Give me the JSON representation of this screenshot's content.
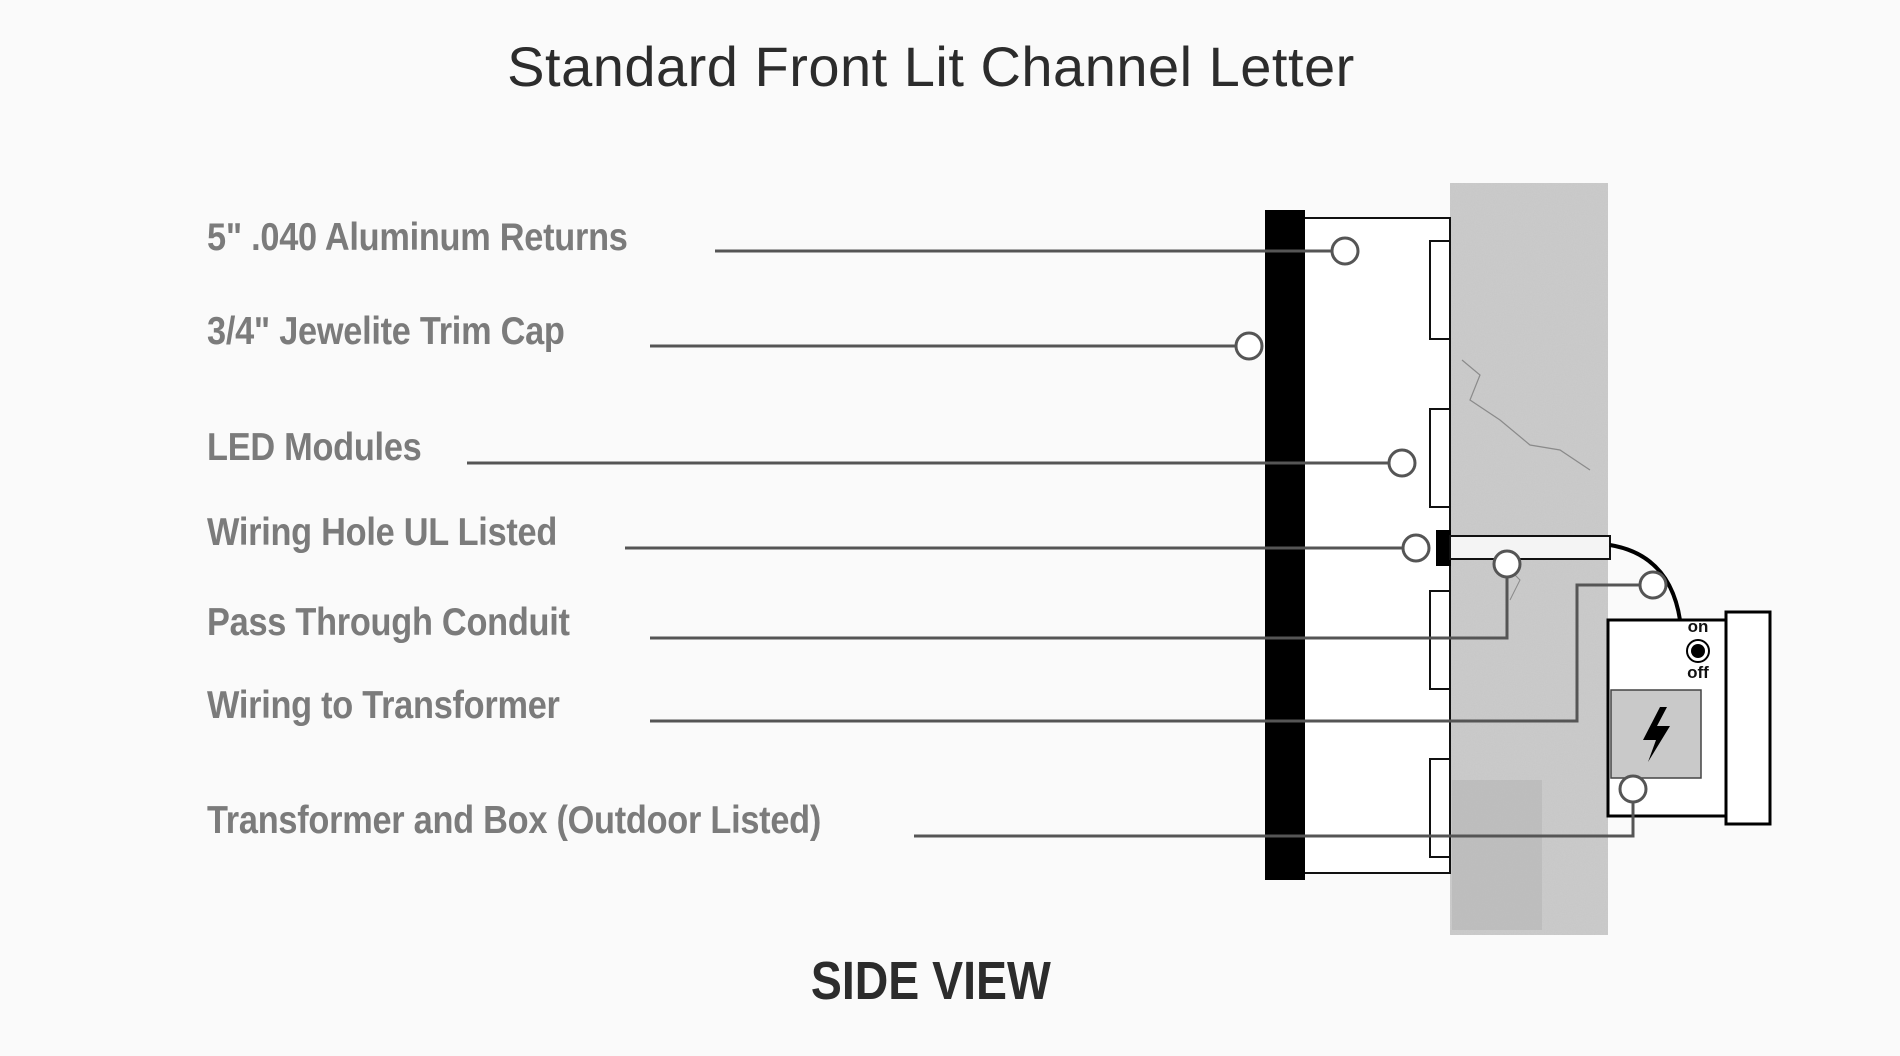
{
  "title": "Standard Front Lit Channel Letter",
  "footer": "SIDE VIEW",
  "labels": [
    "5\" .040 Aluminum Returns",
    "3/4\" Jewelite Trim Cap",
    "LED Modules",
    "Wiring Hole UL Listed",
    "Pass Through Conduit",
    "Wiring to Transformer",
    "Transformer and Box (Outdoor Listed)"
  ],
  "switch": {
    "on": "on",
    "off": "off"
  },
  "icons": {
    "power": "lightning-bolt-icon"
  },
  "colors": {
    "label_text": "#7b7b7b",
    "leader_line": "#555555",
    "wall": "#c8c8c8",
    "trim_cap": "#000000",
    "transformer": "#c9c9c9"
  }
}
